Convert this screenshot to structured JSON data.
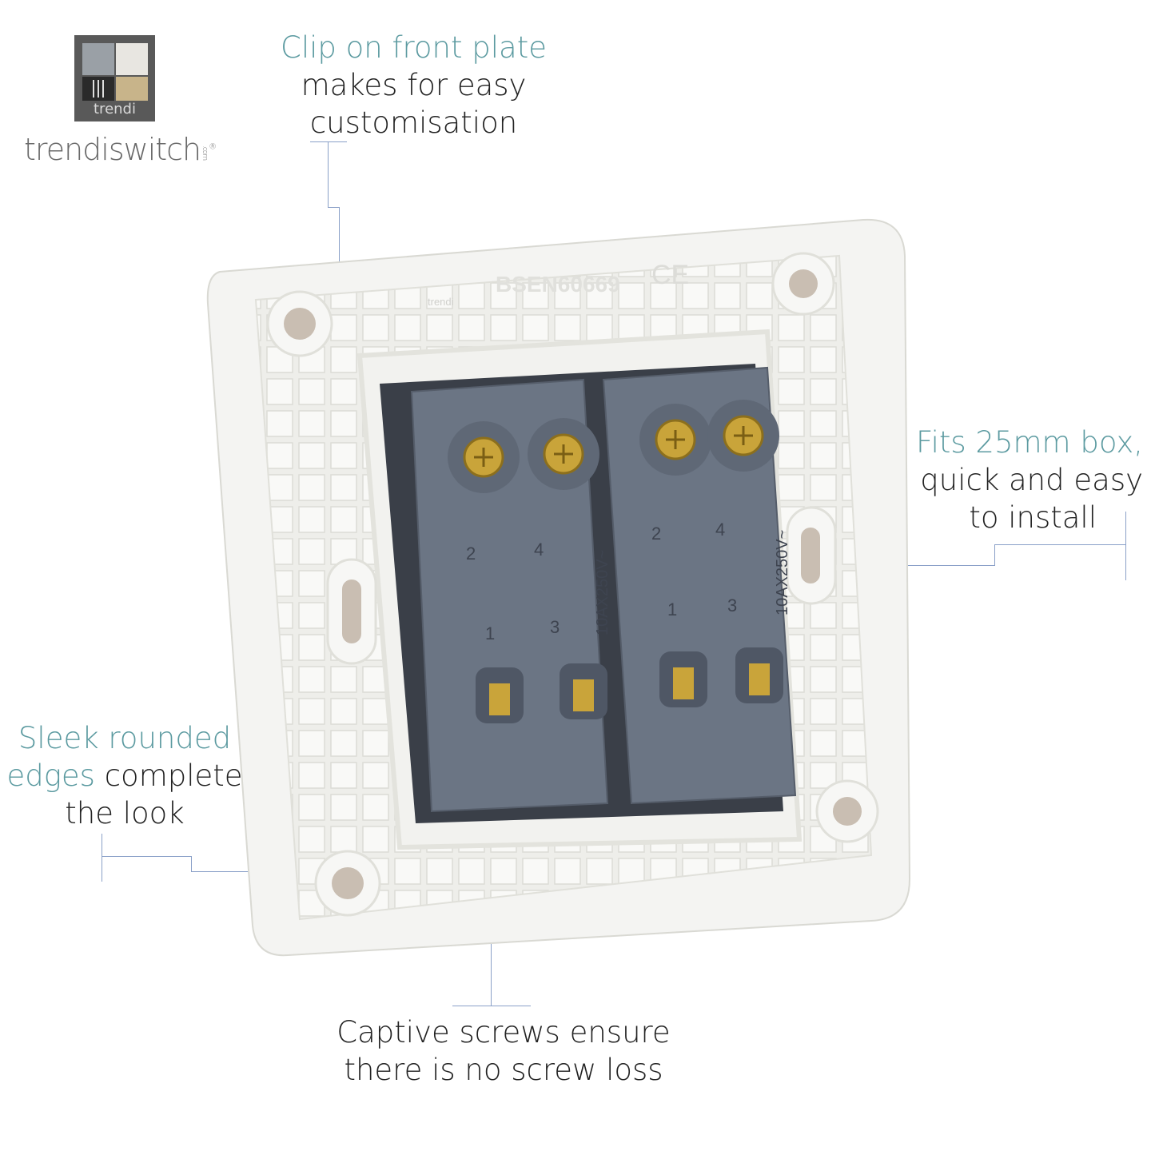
{
  "brand": {
    "logo_text": "trendi",
    "name": "trendiswitch",
    "name_suffix": ".com",
    "mark": "®"
  },
  "callouts": {
    "front_plate": {
      "accent": "Clip on front plate",
      "line2": "makes for easy",
      "line3": "customisation"
    },
    "box": {
      "accent": "Fits 25mm box,",
      "line2": "quick and easy",
      "line3": "to install"
    },
    "edges": {
      "accent1": "Sleek rounded",
      "accent2": "edges",
      "rest2": " complete",
      "line3": "the look"
    },
    "screws": {
      "line1": "Captive screws ensure",
      "line2": "there is no screw loss"
    }
  },
  "product": {
    "standard": "BSEN60669",
    "ce_mark": "CE",
    "plate_logo": "trendi",
    "rating": "10AX250V~",
    "terminals": [
      "1",
      "2",
      "3",
      "4"
    ]
  },
  "colors": {
    "accent": "#5b9aa0",
    "plate": "#f4f4f2",
    "module": "#6b7584",
    "brass": "#c9a43a"
  }
}
